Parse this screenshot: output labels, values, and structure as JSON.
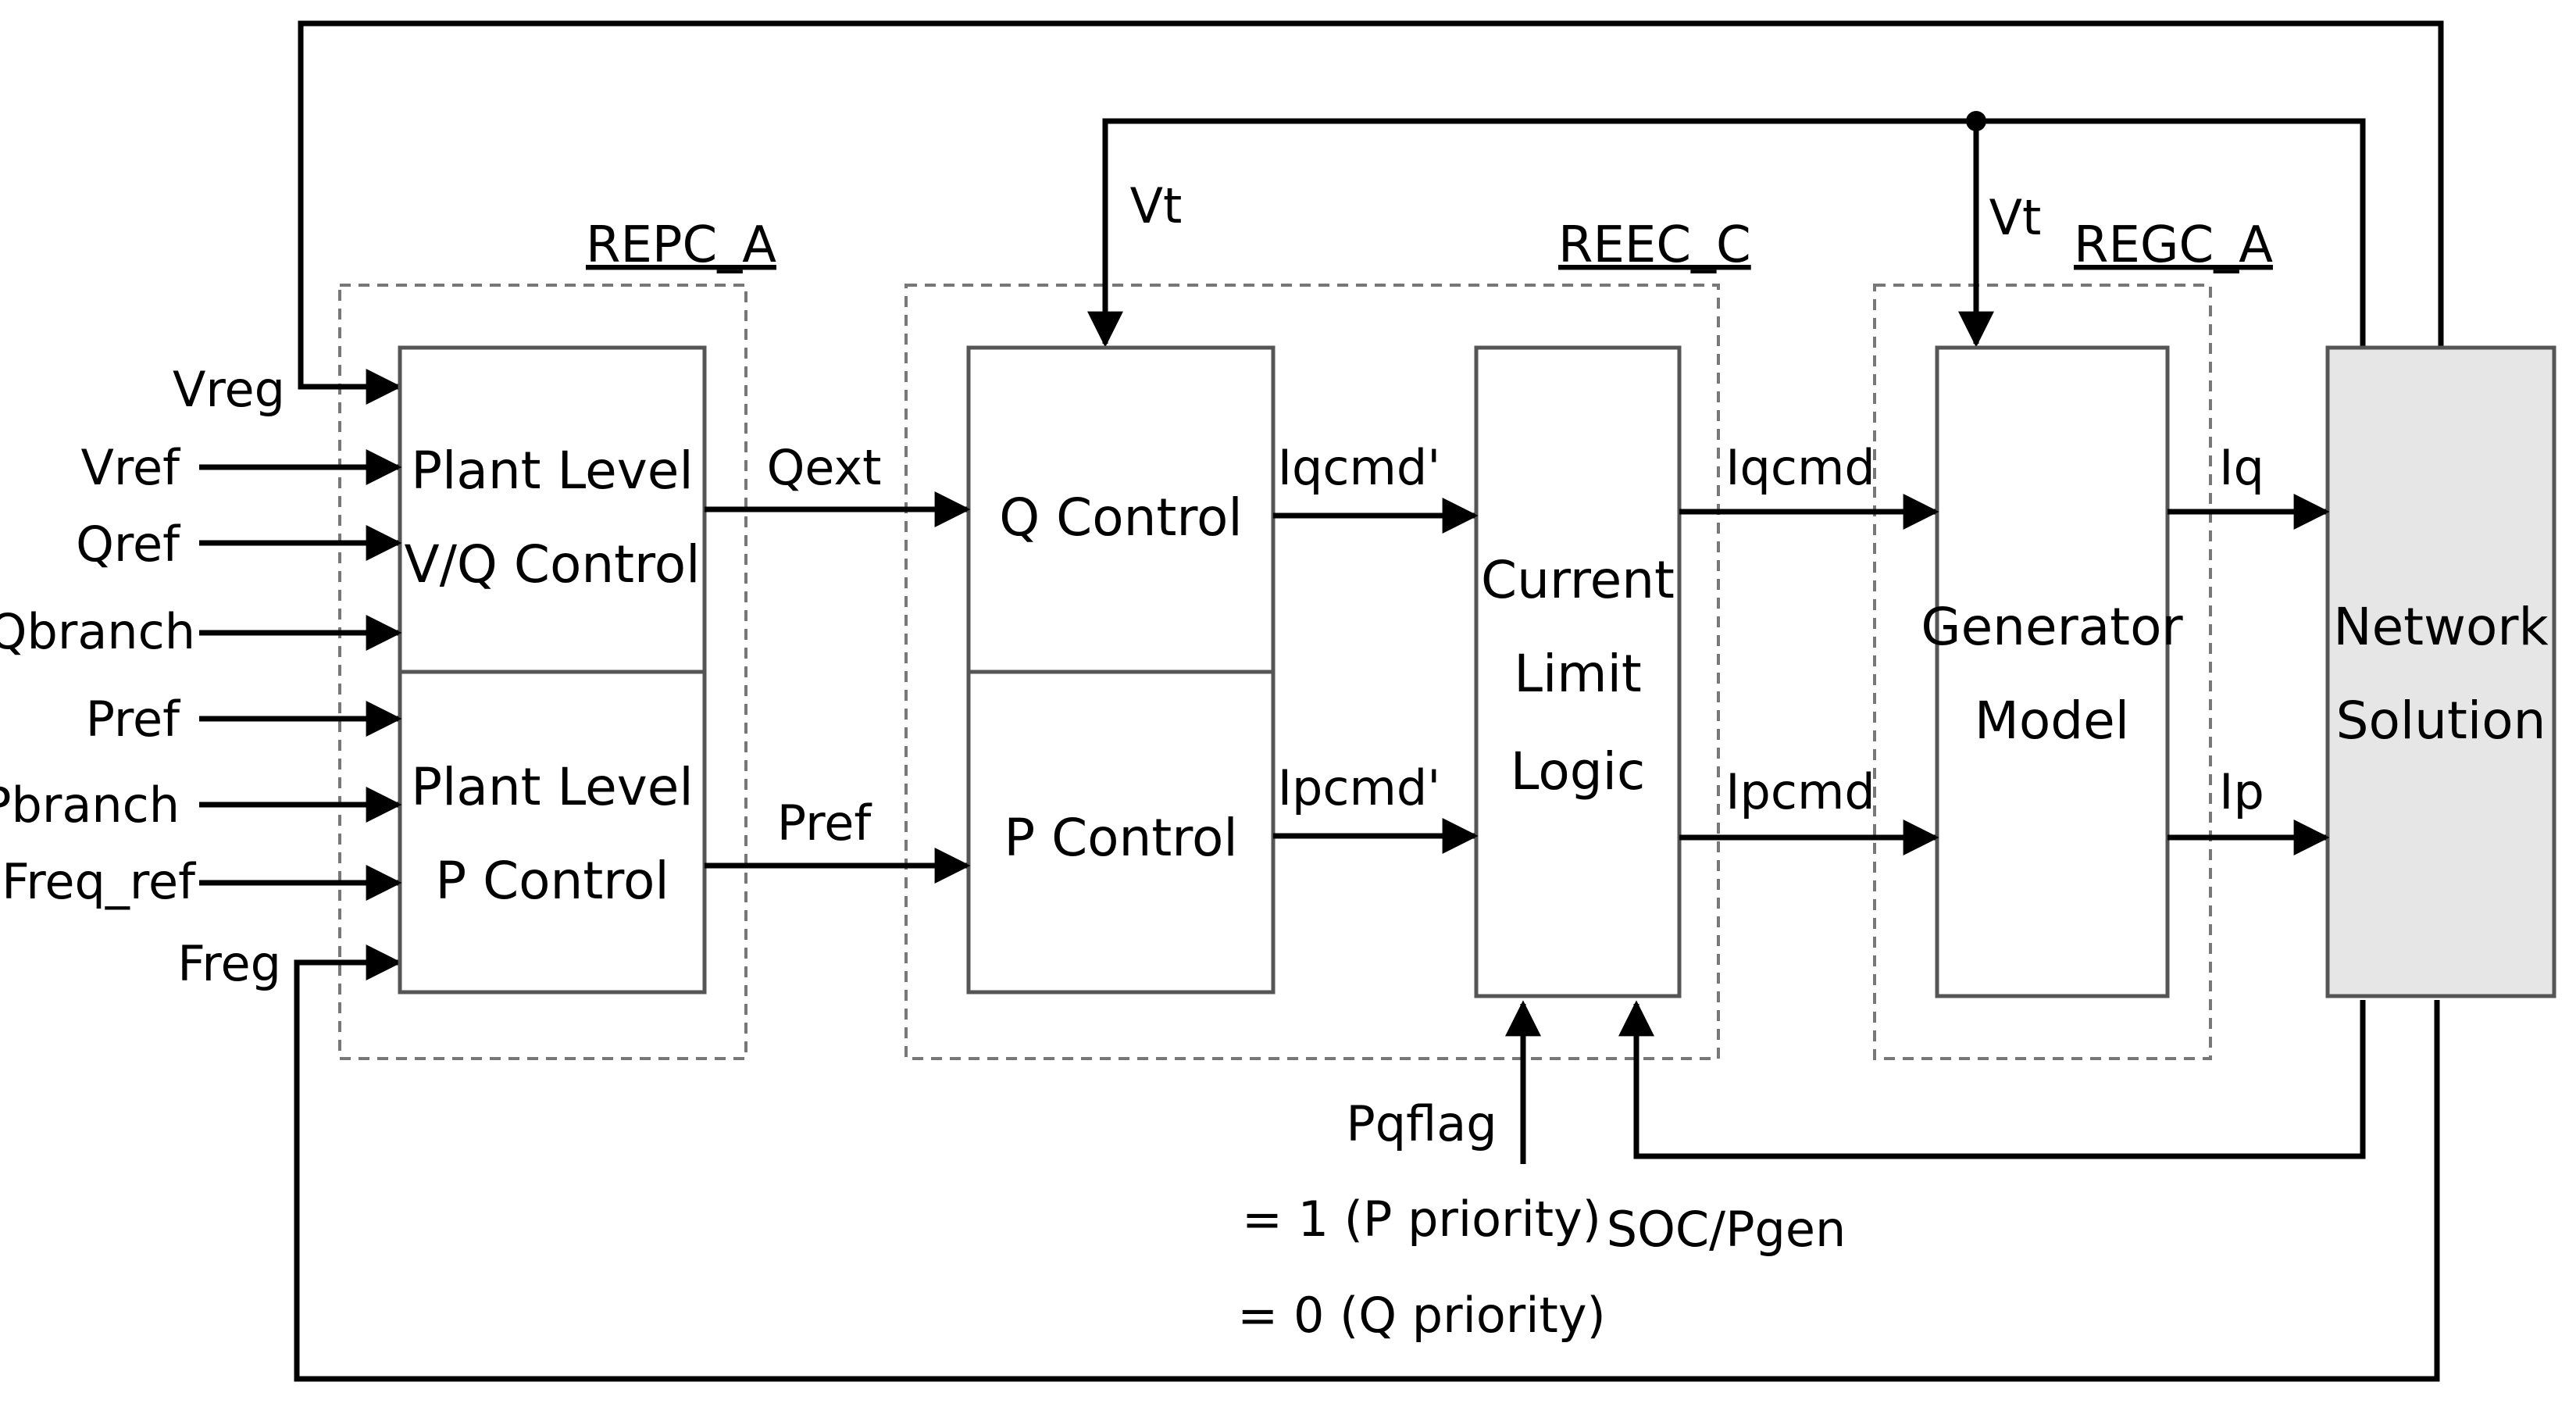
{
  "groups": {
    "repc": "REPC_A",
    "reec": "REEC_C",
    "regc": "REGC_A"
  },
  "blocks": {
    "plant_vq": [
      "Plant Level",
      "V/Q Control"
    ],
    "plant_p": [
      "Plant Level",
      "P Control"
    ],
    "q_control": "Q Control",
    "p_control": "P Control",
    "current_limit": [
      "Current",
      "Limit",
      "Logic"
    ],
    "generator": [
      "Generator",
      "Model"
    ],
    "network": [
      "Network",
      "Solution"
    ]
  },
  "inputs": [
    "Vreg",
    "Vref",
    "Qref",
    "Qbranch",
    "Pref",
    "Pbranch",
    "Freq_ref",
    "Freg"
  ],
  "signals": {
    "qext": "Qext",
    "pref": "Pref",
    "iqcmd_prime": "Iqcmd'",
    "ipcmd_prime": "Ipcmd'",
    "iqcmd": "Iqcmd",
    "ipcmd": "Ipcmd",
    "iq": "Iq",
    "ip": "Ip",
    "vt_left": "Vt",
    "vt_right": "Vt"
  },
  "bottom": {
    "pqflag": "Pqflag",
    "p_priority": "= 1 (P priority)",
    "q_priority": "= 0 (Q priority)",
    "soc": "SOC/Pgen"
  }
}
